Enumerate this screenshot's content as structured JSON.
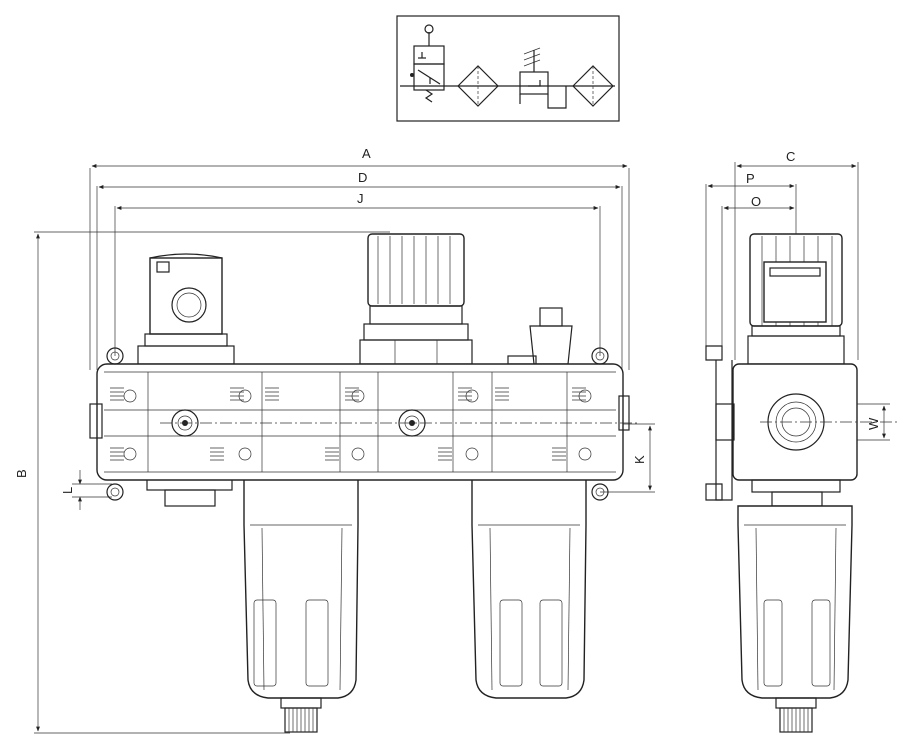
{
  "dimensions": {
    "A": "A",
    "D": "D",
    "J": "J",
    "C": "C",
    "P": "P",
    "O": "O",
    "B": "B",
    "L": "L",
    "K": "K",
    "W": "W"
  }
}
